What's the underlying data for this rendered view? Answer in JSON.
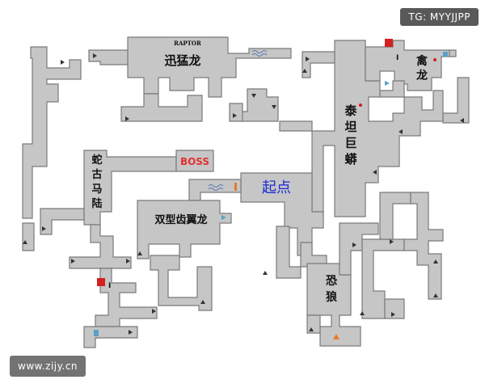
{
  "map": {
    "rooms": {
      "raptor_title": "RAPTOR",
      "raptor": "迅猛龙",
      "titanoboa": [
        "泰",
        "坦",
        "巨",
        "蟒"
      ],
      "oviraptor": [
        "禽",
        "龙"
      ],
      "snake_neck": [
        "蛇",
        "古",
        "马",
        "陆"
      ],
      "boss": "BOSS",
      "start": "起点",
      "dilophosaurus": "双型齿翼龙",
      "dire_wolf": [
        "恐",
        "狼"
      ]
    },
    "colors": {
      "corridor": "#c6c6c6",
      "boss": "#e03030",
      "start": "#1a2ad0",
      "marker_red": "#d42020",
      "cyan_icon": "#5aa0c8",
      "orange_icon": "#e87a2a"
    }
  },
  "watermarks": {
    "tg": "TG: MYYJJPP",
    "site": "www.zijy.cn"
  }
}
